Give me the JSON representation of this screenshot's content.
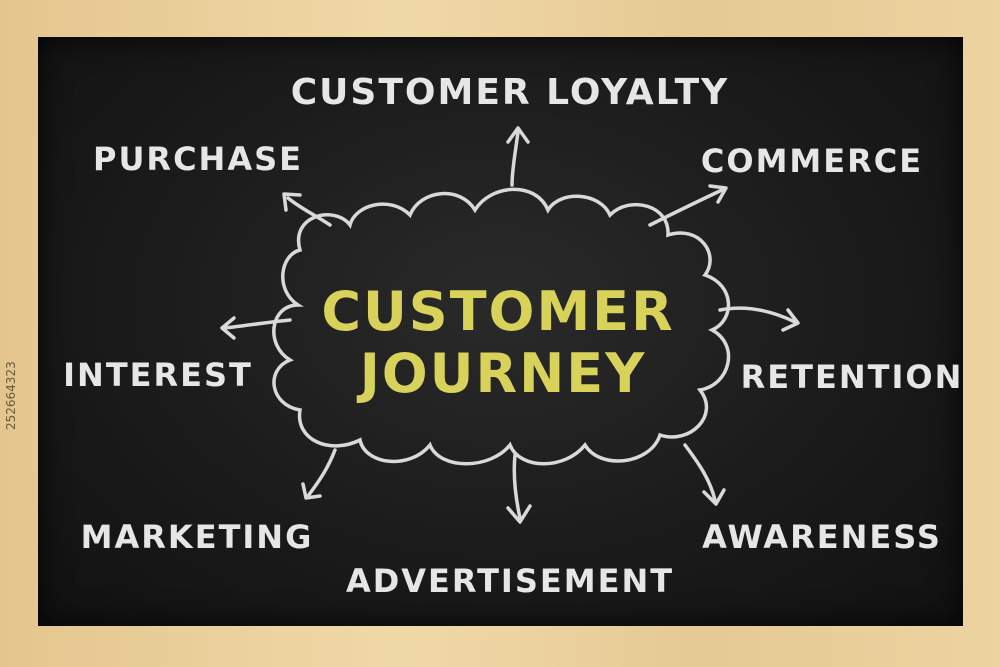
{
  "center": {
    "line1": "CUSTOMER",
    "line2": "JOURNEY"
  },
  "labels": {
    "loyalty": "CUSTOMER LOYALTY",
    "purchase": "PURCHASE",
    "commerce": "COMMERCE",
    "interest": "INTEREST",
    "retention": "RETENTION",
    "marketing": "MARKETING",
    "advertisement": "ADVERTISEMENT",
    "awareness": "AWARENESS"
  },
  "watermark": "252664323",
  "colors": {
    "chalk": "#e6e6e6",
    "center_text": "#d8d25a",
    "board": "#1b1b1b",
    "frame": "#e9cf9b"
  }
}
